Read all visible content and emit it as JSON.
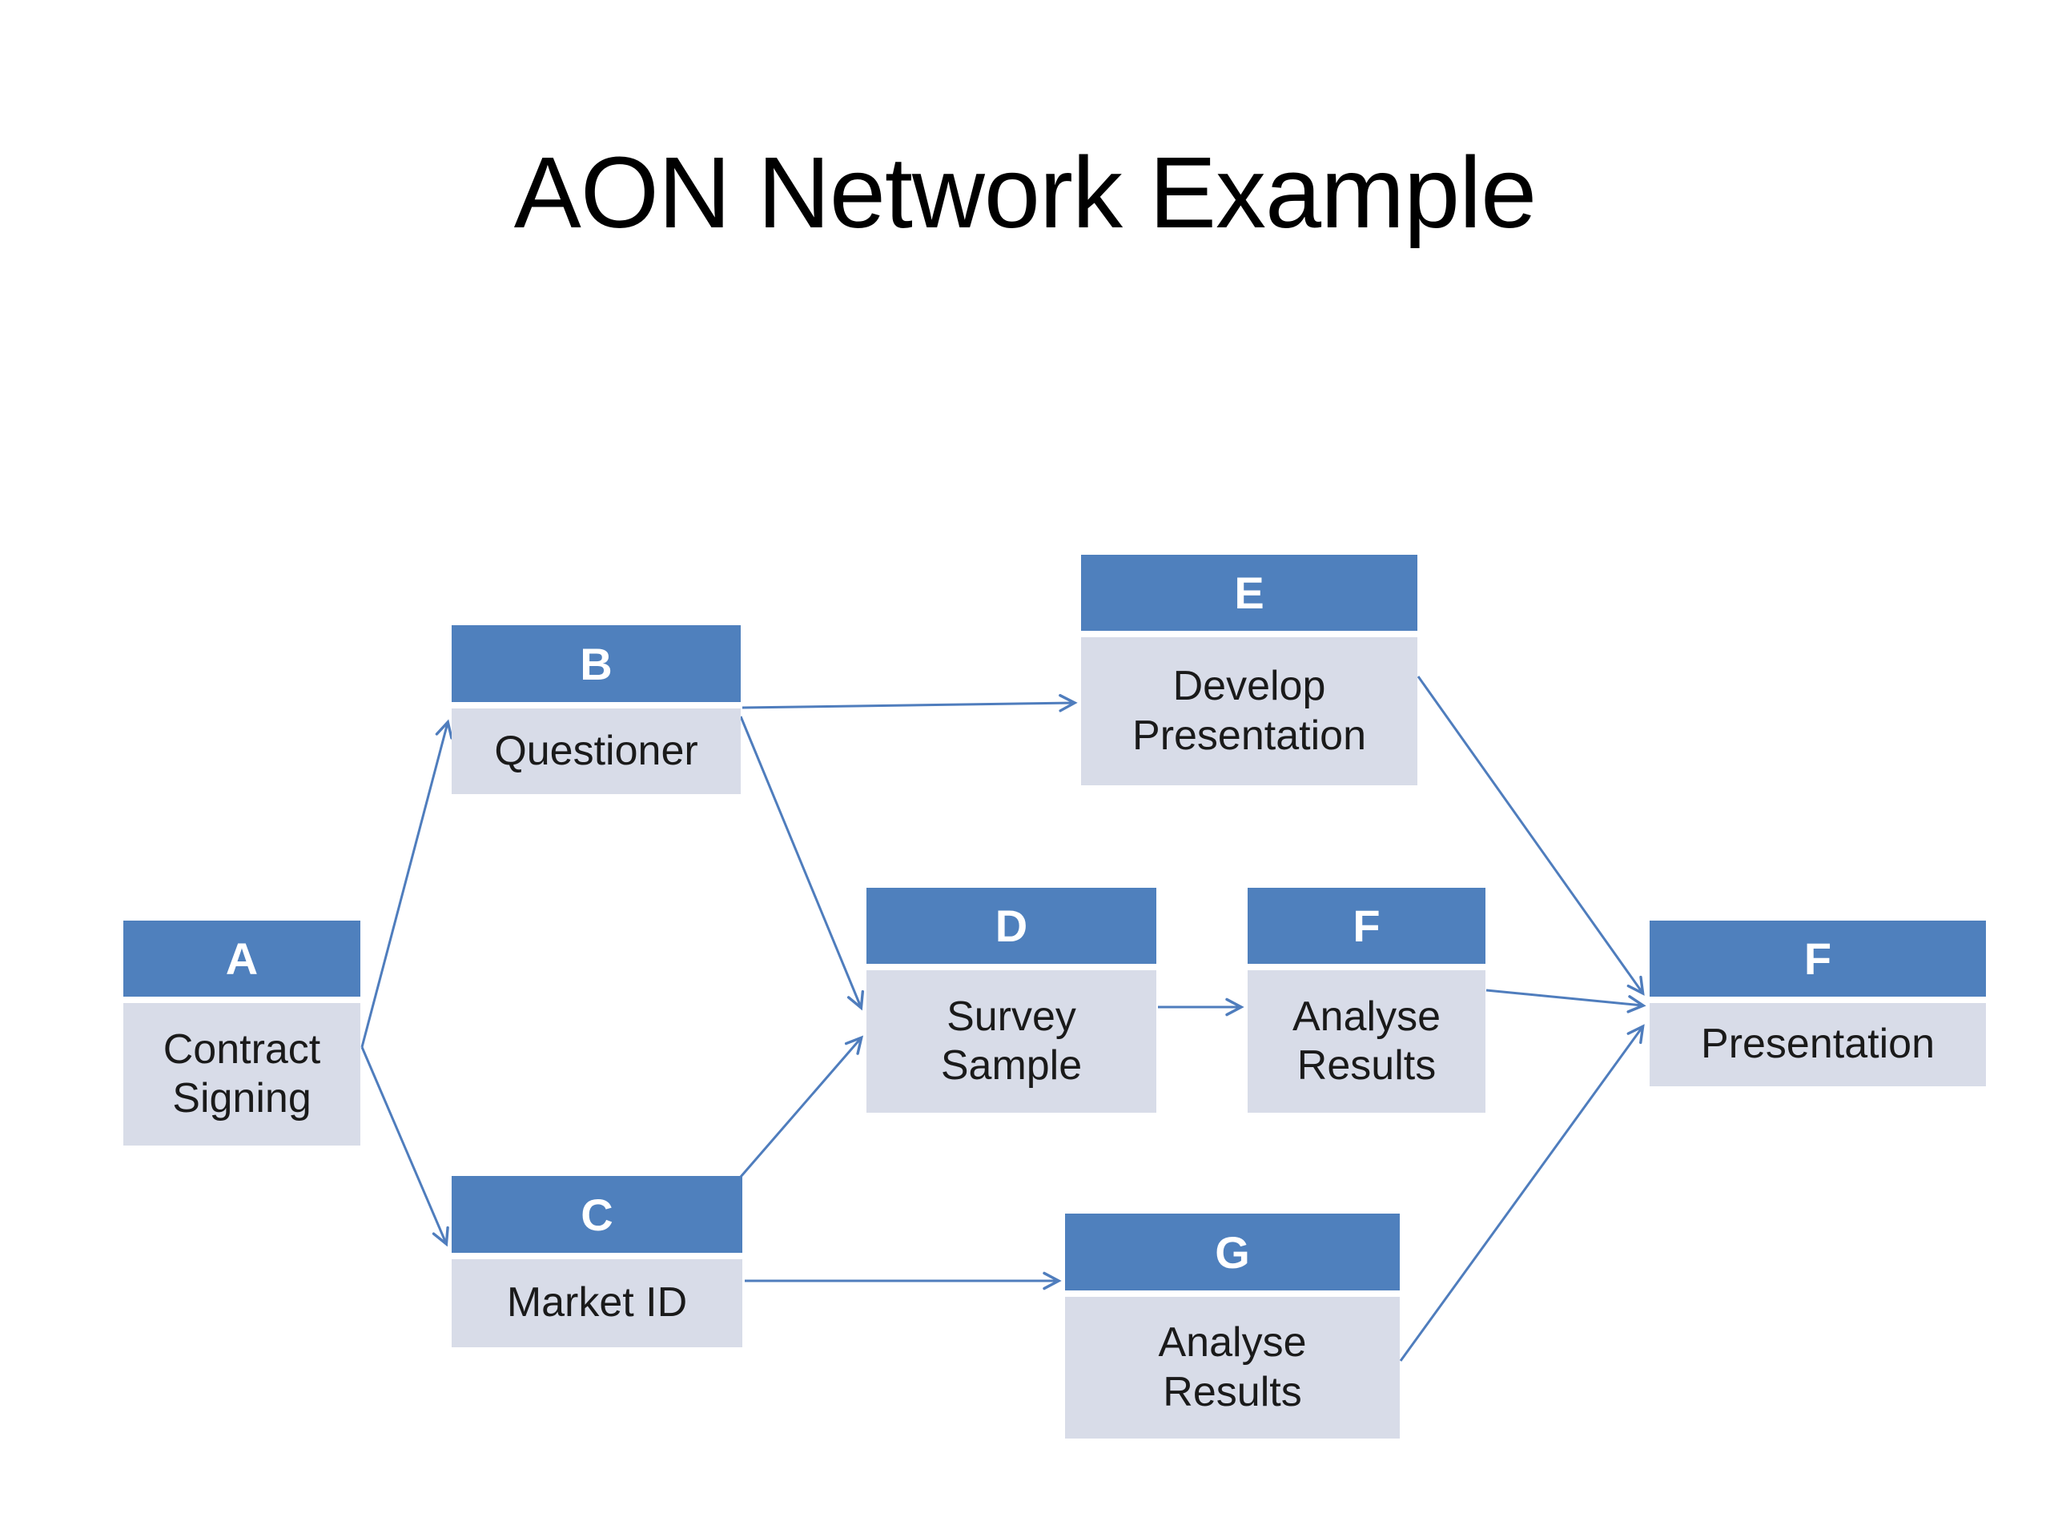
{
  "title": "AON Network Example",
  "colors": {
    "node_header_blue": "#4f80bd",
    "node_body_gray": "#d8dce8",
    "arrow_blue": "#4f7dbd",
    "title_color": "#000000",
    "background": "#ffffff"
  },
  "nodes": [
    {
      "id": "A",
      "label": "A",
      "text": "Contract\nSigning"
    },
    {
      "id": "B",
      "label": "B",
      "text": "Questioner"
    },
    {
      "id": "C",
      "label": "C",
      "text": "Market ID"
    },
    {
      "id": "D",
      "label": "D",
      "text": "Survey\nSample"
    },
    {
      "id": "E",
      "label": "E",
      "text": "Develop\nPresentation"
    },
    {
      "id": "F1",
      "label": "F",
      "text": "Analyse\nResults"
    },
    {
      "id": "G",
      "label": "G",
      "text": "Analyse\nResults"
    },
    {
      "id": "F2",
      "label": "F",
      "text": "Presentation"
    }
  ],
  "edges": [
    {
      "from": "A",
      "to": "B"
    },
    {
      "from": "A",
      "to": "C"
    },
    {
      "from": "B",
      "to": "E"
    },
    {
      "from": "B",
      "to": "D"
    },
    {
      "from": "C",
      "to": "D"
    },
    {
      "from": "C",
      "to": "G"
    },
    {
      "from": "D",
      "to": "F1"
    },
    {
      "from": "E",
      "to": "F2"
    },
    {
      "from": "F1",
      "to": "F2"
    },
    {
      "from": "G",
      "to": "F2"
    }
  ]
}
